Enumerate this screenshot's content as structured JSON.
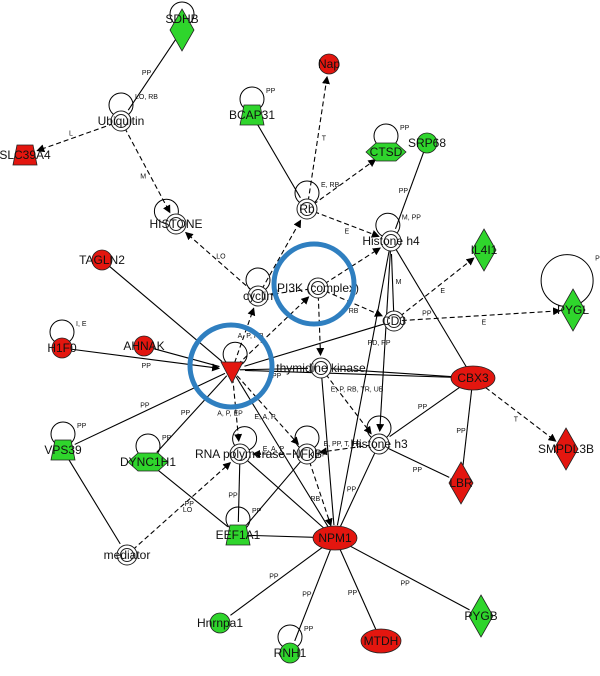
{
  "colors": {
    "up": "#e3160f",
    "down": "#2fd52c",
    "complex": "#ffffff",
    "highlight": "#2f7fc0"
  },
  "nodes": [
    {
      "id": "SDHB",
      "label": "SDHB",
      "shape": "diamond",
      "status": "down"
    },
    {
      "id": "Nap",
      "label": "Nap",
      "shape": "circle",
      "status": "up"
    },
    {
      "id": "Ubiquitin",
      "label": "Ubiquitin",
      "shape": "complex",
      "status": "none"
    },
    {
      "id": "SLC39A4",
      "label": "SLC39A4",
      "shape": "trapezoid",
      "status": "up"
    },
    {
      "id": "BCAP31",
      "label": "BCAP31",
      "shape": "trapezoid",
      "status": "down"
    },
    {
      "id": "CTSD",
      "label": "CTSD",
      "shape": "hexagon",
      "status": "down"
    },
    {
      "id": "SRP68",
      "label": "SRP68",
      "shape": "circle",
      "status": "down"
    },
    {
      "id": "HISTONE",
      "label": "HISTONE",
      "shape": "complex",
      "status": "none"
    },
    {
      "id": "Rb",
      "label": "Rb",
      "shape": "complex",
      "status": "none"
    },
    {
      "id": "Histoneh4",
      "label": "Histone h4",
      "shape": "complex",
      "status": "none"
    },
    {
      "id": "IL4I1",
      "label": "IL4I1",
      "shape": "diamond",
      "status": "down"
    },
    {
      "id": "TAGLN2",
      "label": "TAGLN2",
      "shape": "circle",
      "status": "up"
    },
    {
      "id": "Cyclin",
      "label": "cyclin",
      "shape": "complex",
      "status": "none"
    },
    {
      "id": "PI3K",
      "label": "PI3K (complex)",
      "shape": "complex",
      "status": "none"
    },
    {
      "id": "PYGL",
      "label": "PYGL",
      "shape": "diamond",
      "status": "down"
    },
    {
      "id": "CD3",
      "label": "CD3",
      "shape": "complex",
      "status": "none"
    },
    {
      "id": "H1F0",
      "label": "H1F0",
      "shape": "circle",
      "status": "up"
    },
    {
      "id": "AHNAK",
      "label": "AHNAK",
      "shape": "circle",
      "status": "up"
    },
    {
      "id": "Hub",
      "label": "",
      "shape": "triangle",
      "status": "up"
    },
    {
      "id": "TK",
      "label": "thymidine kinase",
      "shape": "complex",
      "status": "none"
    },
    {
      "id": "CBX3",
      "label": "CBX3",
      "shape": "ellipse",
      "status": "up"
    },
    {
      "id": "VPS39",
      "label": "VPS39",
      "shape": "trapezoid",
      "status": "down"
    },
    {
      "id": "DYNC1H1",
      "label": "DYNC1H1",
      "shape": "hexagon",
      "status": "down"
    },
    {
      "id": "RNAP",
      "label": "RNA polymerase",
      "shape": "complex",
      "status": "none"
    },
    {
      "id": "NFkB",
      "label": "NFkB",
      "shape": "complex",
      "status": "none"
    },
    {
      "id": "Histoneh3",
      "label": "Histone h3",
      "shape": "complex",
      "status": "none"
    },
    {
      "id": "SMPDL3B",
      "label": "SMPDL3B",
      "shape": "diamond",
      "status": "up"
    },
    {
      "id": "LBR",
      "label": "LBR",
      "shape": "diamond",
      "status": "up"
    },
    {
      "id": "EEF1A1",
      "label": "EEF1A1",
      "shape": "trapezoid",
      "status": "down"
    },
    {
      "id": "Mediator",
      "label": "mediator",
      "shape": "complex",
      "status": "none"
    },
    {
      "id": "NPM1",
      "label": "NPM1",
      "shape": "ellipse",
      "status": "up"
    },
    {
      "id": "Hnrnpa1",
      "label": "Hnrnpa1",
      "shape": "circle",
      "status": "down"
    },
    {
      "id": "PYGB",
      "label": "PYGB",
      "shape": "diamond",
      "status": "down"
    },
    {
      "id": "MTDH",
      "label": "MTDH",
      "shape": "ellipse",
      "status": "up"
    },
    {
      "id": "RNH1",
      "label": "RNH1",
      "shape": "circle",
      "status": "down"
    }
  ],
  "loops": [
    "SDHB",
    "Ubiquitin",
    "BCAP31",
    "CTSD",
    "HISTONE",
    "Rb",
    "Histoneh4",
    "PYGL",
    "H1F0",
    "Hub",
    "VPS39",
    "DYNC1H1",
    "RNAP",
    "NFkB",
    "Histoneh3",
    "EEF1A1",
    "RNH1",
    "Cyclin"
  ],
  "loop_labels": {
    "Ubiquitin": "LO, RB",
    "BCAP31": "PP",
    "CTSD": "PP",
    "Rb": "E, RB",
    "Histoneh4": "M, PP",
    "PYGL": "PP",
    "H1F0": "I, E",
    "VPS39": "PP",
    "DYNC1H1": "PP",
    "EEF1A1": "PP",
    "RNH1": "PP"
  },
  "edges": [
    {
      "from": "SDHB",
      "to": "Ubiquitin",
      "style": "solid",
      "label": "PP"
    },
    {
      "from": "Ubiquitin",
      "to": "SLC39A4",
      "style": "dashed",
      "arrow": true,
      "label": "L"
    },
    {
      "from": "Ubiquitin",
      "to": "HISTONE",
      "style": "dashed",
      "arrow": true,
      "label": "M"
    },
    {
      "from": "Rb",
      "to": "Nap",
      "style": "dashed",
      "arrow": true,
      "label": "T"
    },
    {
      "from": "BCAP31",
      "to": "Rb",
      "style": "solid",
      "label": ""
    },
    {
      "from": "Rb",
      "to": "CTSD",
      "style": "dashed",
      "arrow": true,
      "label": ""
    },
    {
      "from": "SRP68",
      "to": "Histoneh4",
      "style": "solid",
      "label": "PP"
    },
    {
      "from": "Cyclin",
      "to": "HISTONE",
      "style": "dashed",
      "arrow": true,
      "label": "LO"
    },
    {
      "from": "Cyclin",
      "to": "Rb",
      "style": "dashed",
      "arrow": true,
      "label": ""
    },
    {
      "from": "Rb",
      "to": "Histoneh4",
      "style": "dashed",
      "arrow": true,
      "label": "E"
    },
    {
      "from": "PI3K",
      "to": "Histoneh4",
      "style": "dashed",
      "arrow": true,
      "label": ""
    },
    {
      "from": "CD3",
      "to": "IL4I1",
      "style": "dashed",
      "arrow": true,
      "label": "E"
    },
    {
      "from": "CD3",
      "to": "PYGL",
      "style": "dashed",
      "arrow": true,
      "label": "E"
    },
    {
      "from": "Histoneh4",
      "to": "CBX3",
      "style": "solid",
      "label": "PP"
    },
    {
      "from": "TAGLN2",
      "to": "Hub",
      "style": "solid",
      "label": ""
    },
    {
      "from": "Hub",
      "to": "Cyclin",
      "style": "dashed",
      "arrow": true,
      "label": "A, P, RB"
    },
    {
      "from": "PI3K",
      "to": "Cyclin",
      "style": "dashed",
      "arrow": true,
      "label": ""
    },
    {
      "from": "Hub",
      "to": "PI3K",
      "style": "dashed",
      "arrow": true,
      "label": ""
    },
    {
      "from": "H1F0",
      "to": "Hub",
      "style": "solid",
      "arrow": true,
      "label": "PP"
    },
    {
      "from": "AHNAK",
      "to": "Hub",
      "style": "solid",
      "label": ""
    },
    {
      "from": "Hub",
      "to": "TK",
      "style": "solid",
      "label": "PP"
    },
    {
      "from": "CD3",
      "to": "Hub",
      "style": "solid",
      "label": ""
    },
    {
      "from": "CBX3",
      "to": "Hub",
      "style": "solid",
      "label": ""
    },
    {
      "from": "Hub",
      "to": "VPS39",
      "style": "solid",
      "label": "PP"
    },
    {
      "from": "Hub",
      "to": "DYNC1H1",
      "style": "solid",
      "label": "PP"
    },
    {
      "from": "Hub",
      "to": "RNAP",
      "style": "dashed",
      "arrow": true,
      "label": "A, P, EP"
    },
    {
      "from": "Hub",
      "to": "NPM1",
      "style": "solid",
      "label": ""
    },
    {
      "from": "Hub",
      "to": "NFkB",
      "style": "dashed",
      "arrow": true,
      "label": "E, A, P"
    },
    {
      "from": "PI3K",
      "to": "CD3",
      "style": "dashed",
      "arrow": true,
      "label": "RB"
    },
    {
      "from": "PI3K",
      "to": "TK",
      "style": "dashed",
      "arrow": true,
      "label": ""
    },
    {
      "from": "CD3",
      "to": "Histoneh4",
      "style": "solid",
      "label": "M"
    },
    {
      "from": "TK",
      "to": "Histoneh3",
      "style": "dashed",
      "arrow": true,
      "label": ""
    },
    {
      "from": "TK",
      "to": "CBX3",
      "style": "solid",
      "label": ""
    },
    {
      "from": "Histoneh4",
      "to": "Histoneh3",
      "style": "solid",
      "arrow": true,
      "label": "PD, PP"
    },
    {
      "from": "CBX3",
      "to": "Histoneh3",
      "style": "solid",
      "label": "PP"
    },
    {
      "from": "CBX3",
      "to": "SMPDL3B",
      "style": "dashed",
      "arrow": true,
      "label": "T"
    },
    {
      "from": "CBX3",
      "to": "LBR",
      "style": "solid",
      "label": "PP"
    },
    {
      "from": "Histoneh3",
      "to": "LBR",
      "style": "solid",
      "label": "PP"
    },
    {
      "from": "Histoneh3",
      "to": "NFkB",
      "style": "dashed",
      "arrow": true,
      "label": "E, PP, T, TR"
    },
    {
      "from": "NFkB",
      "to": "RNAP",
      "style": "dashed",
      "arrow": true,
      "label": "E, A, P"
    },
    {
      "from": "NFkB",
      "to": "NPM1",
      "style": "dashed",
      "arrow": true,
      "label": "RB"
    },
    {
      "from": "TK",
      "to": "NPM1",
      "style": "solid",
      "label": "PP"
    },
    {
      "from": "Histoneh3",
      "to": "NPM1",
      "style": "solid",
      "label": "PP"
    },
    {
      "from": "Histoneh4",
      "to": "NPM1",
      "style": "solid",
      "label": "E, P, RB, TR, UB"
    },
    {
      "from": "RNAP",
      "to": "EEF1A1",
      "style": "solid",
      "label": "PP"
    },
    {
      "from": "RNAP",
      "to": "NPM1",
      "style": "solid",
      "label": ""
    },
    {
      "from": "Mediator",
      "to": "RNAP",
      "style": "dashed",
      "arrow": true,
      "label": "LO"
    },
    {
      "from": "VPS39",
      "to": "Mediator",
      "style": "solid",
      "label": ""
    },
    {
      "from": "DYNC1H1",
      "to": "EEF1A1",
      "style": "solid",
      "label": "PP"
    },
    {
      "from": "EEF1A1",
      "to": "NPM1",
      "style": "solid",
      "label": ""
    },
    {
      "from": "NFkB",
      "to": "EEF1A1",
      "style": "solid",
      "label": ""
    },
    {
      "from": "NPM1",
      "to": "Hnrnpa1",
      "style": "solid",
      "label": "PP"
    },
    {
      "from": "NPM1",
      "to": "RNH1",
      "style": "solid",
      "label": "PP"
    },
    {
      "from": "NPM1",
      "to": "MTDH",
      "style": "solid",
      "label": "PP"
    },
    {
      "from": "NPM1",
      "to": "PYGB",
      "style": "solid",
      "label": "PP"
    }
  ]
}
